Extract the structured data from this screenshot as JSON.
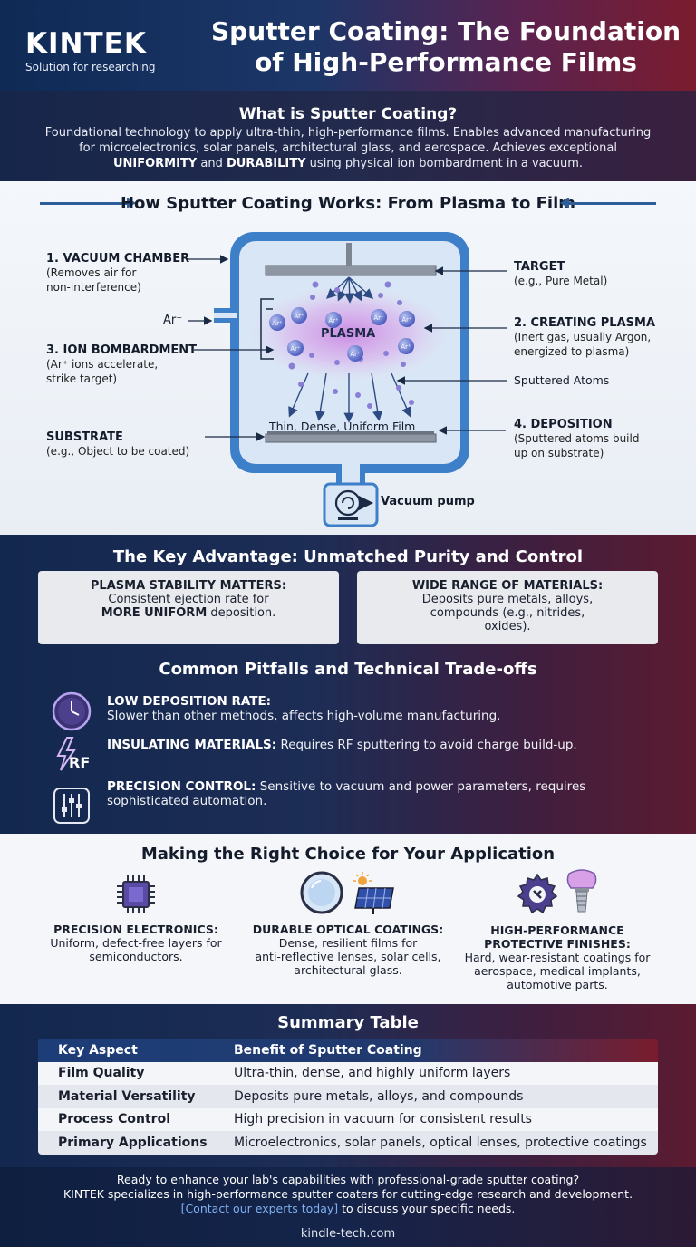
{
  "header": {
    "logo_name": "KINTEK",
    "logo_tagline": "Solution for researching",
    "title_line1": "Sputter Coating: The Foundation",
    "title_line2": "of High-Performance Films"
  },
  "what": {
    "title": "What is Sputter Coating?",
    "text_a": "Foundational technology to apply ultra-thin, high-performance films. Enables advanced manufacturing for microelectronics, solar panels, architectural glass, and aerospace. Achieves exceptional ",
    "bold_1": "UNIFORMITY",
    "text_b": " and ",
    "bold_2": "DURABILITY",
    "text_c": " using physical ion bombardment in a vacuum."
  },
  "how": {
    "title": "How Sputter Coating Works: From Plasma to Film",
    "vacuum_chamber_title": "1. VACUUM CHAMBER",
    "vacuum_chamber_desc_1": "(Removes air for",
    "vacuum_chamber_desc_2": "non-interference)",
    "ar_label": "Ar⁺",
    "ion_title": "3. ION BOMBARDMENT",
    "ion_desc_1": "(Ar⁺ ions accelerate,",
    "ion_desc_2": "strike target)",
    "substrate_title": "SUBSTRATE",
    "substrate_desc": "(e.g., Object to be coated)",
    "target_title": "TARGET",
    "target_desc": "(e.g., Pure Metal)",
    "plasma_title": "2. CREATING PLASMA",
    "plasma_desc_1": "(Inert gas, usually Argon,",
    "plasma_desc_2": "energized to plasma)",
    "sputtered_atoms": "Sputtered Atoms",
    "deposition_title": "4. DEPOSITION",
    "deposition_desc_1": "(Sputtered atoms build",
    "deposition_desc_2": "up on substrate)",
    "plasma_label": "PLASMA",
    "ion_symbol": "Ar⁺",
    "film_label": "Thin, Dense, Uniform Film",
    "pump_label": "Vacuum pump"
  },
  "advantage": {
    "title": "The Key Advantage: Unmatched Purity and Control",
    "card1_title": "PLASMA STABILITY MATTERS:",
    "card1_line1": "Consistent ejection rate for",
    "card1_bold": "MORE UNIFORM",
    "card1_line2_rest": " deposition.",
    "card2_title": "WIDE RANGE OF MATERIALS:",
    "card2_line1": "Deposits pure metals, alloys,",
    "card2_line2": "compounds (e.g., nitrides,",
    "card2_line3": "oxides)."
  },
  "pitfalls": {
    "title": "Common Pitfalls and Technical Trade-offs",
    "items": [
      {
        "bold": "LOW DEPOSITION RATE:",
        "text": "Slower than other methods, affects high-volume manufacturing."
      },
      {
        "bold": "INSULATING MATERIALS:",
        "text": " Requires RF sputtering to avoid charge build-up."
      },
      {
        "bold": "PRECISION CONTROL:",
        "text": " Sensitive to vacuum and power parameters, requires",
        "text2": "sophisticated automation."
      }
    ],
    "rf_label": "RF"
  },
  "choice": {
    "title": "Making the Right Choice for Your Application",
    "cols": [
      {
        "title": "PRECISION ELECTRONICS:",
        "line1": "Uniform, defect-free layers for",
        "line2": "semiconductors."
      },
      {
        "title": "DURABLE OPTICAL COATINGS:",
        "line1": "Dense, resilient films for",
        "line2": "anti-reflective lenses, solar cells,",
        "line3": "architectural glass."
      },
      {
        "title": "HIGH-PERFORMANCE",
        "title2": "PROTECTIVE FINISHES:",
        "line1": "Hard, wear-resistant coatings for",
        "line2": "aerospace, medical implants,",
        "line3": "automotive parts."
      }
    ]
  },
  "summary": {
    "title": "Summary Table",
    "headers": [
      "Key Aspect",
      "Benefit of Sputter Coating"
    ],
    "rows": [
      [
        "Film Quality",
        "Ultra-thin, dense, and highly uniform layers"
      ],
      [
        "Material Versatility",
        "Deposits pure metals, alloys, and compounds"
      ],
      [
        "Process Control",
        "High precision in vacuum for consistent results"
      ],
      [
        "Primary Applications",
        "Microelectronics, solar panels, optical lenses, protective coatings"
      ]
    ]
  },
  "footer": {
    "line1": "Ready to enhance your lab's capabilities with professional-grade sputter coating?",
    "line2": "KINTEK specializes in high-performance sputter coaters for cutting-edge research and development.",
    "cta": "[Contact our experts today]",
    "cta_rest": " to discuss your specific needs.",
    "site": "kindle-tech.com"
  },
  "colors": {
    "navy": "#13284f",
    "crimson": "#7a1c2e",
    "chamber_blue": "#3d7fc8",
    "plasma_purple": "#b066d6"
  }
}
